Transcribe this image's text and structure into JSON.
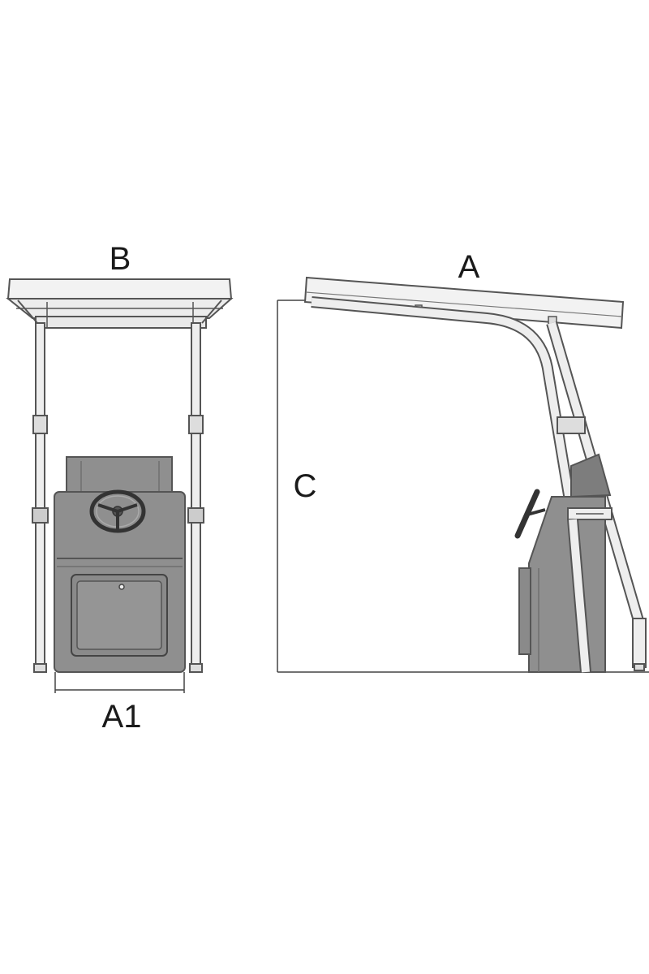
{
  "diagram": {
    "front_view": {
      "width_label": "B",
      "console_width_label": "A1"
    },
    "side_view": {
      "length_label": "A",
      "height_label": "C"
    },
    "colors": {
      "line": "#555555",
      "console_fill": "#8f8f8f",
      "console_dark": "#7d7d7d",
      "canopy_fill": "#f2f2f2",
      "frame_fill": "#e9e9e9"
    }
  }
}
